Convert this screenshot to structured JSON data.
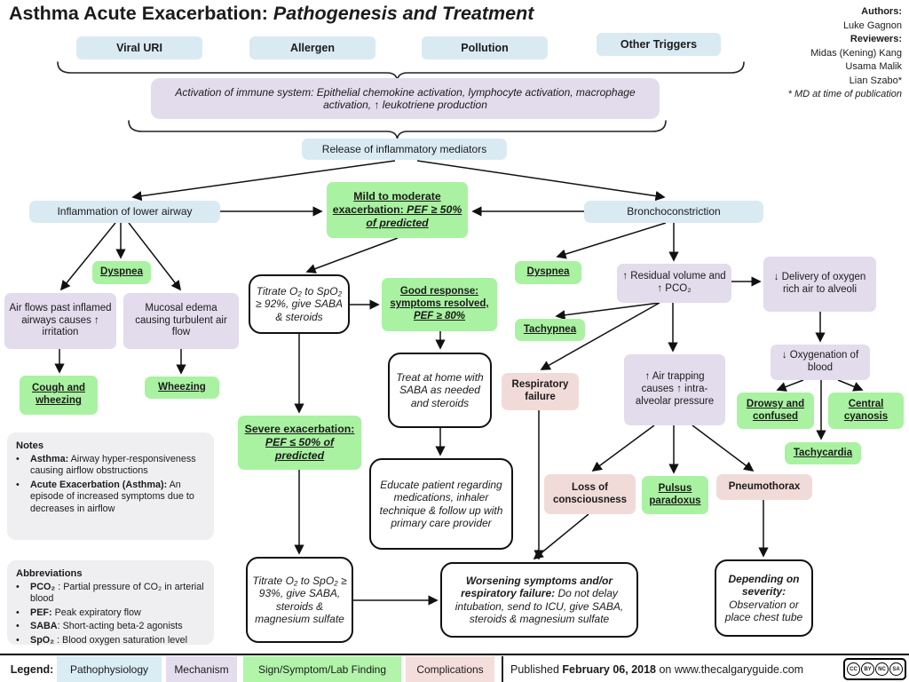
{
  "header": {
    "title_prefix": "Asthma Acute Exacerbation: ",
    "title_emphasis": "Pathogenesis and Treatment",
    "authors_label": "Authors:",
    "authors": [
      "Luke Gagnon"
    ],
    "reviewers_label": "Reviewers:",
    "reviewers": [
      "Midas (Kening) Kang",
      "Usama Malik",
      "Lian Szabo*"
    ],
    "footnote": "* MD at time of publication"
  },
  "ui": {
    "bullet": "•"
  },
  "triggers": [
    "Viral URI",
    "Allergen",
    "Pollution",
    "Other Triggers"
  ],
  "nodes": {
    "activation": "Activation of immune system: Epithelial chemokine activation, lymphocyte activation, macrophage activation, ↑ leukotriene production",
    "release": "Release of inflammatory mediators",
    "inflammation": "Inflammation of lower airway",
    "mild_prefix": "Mild to moderate exacerbation: ",
    "mild_detail": "PEF ≥ 50% of predicted",
    "bronchoconstriction": "Bronchoconstriction",
    "dyspnea_left": "Dyspnea",
    "air_flows": "Air flows past inflamed airways causes ↑ irritation",
    "mucosal_edema": "Mucosal edema causing turbulent air flow",
    "cough_wheezing": "Cough and wheezing",
    "wheezing": "Wheezing",
    "titrate_92": "Titrate O₂ to SpO₂ ≥ 92%, give SABA & steroids",
    "good_response_prefix": "Good response: symptoms resolved, ",
    "good_response_detail": "PEF ≥ 80%",
    "treat_home": "Treat at home with SABA as needed and steroids",
    "educate": "Educate patient regarding medications, inhaler technique & follow up with primary care provider",
    "severe_prefix": "Severe exacerbation: ",
    "severe_detail": "PEF ≤ 50% of predicted",
    "titrate_93": "Titrate O₂ to SpO₂ ≥ 93%, give SABA, steroids & magnesium sulfate",
    "worsening_title": "Worsening symptoms and/or respiratory failure:",
    "worsening_body": " Do not delay intubation, send to ICU, give SABA, steroids & magnesium sulfate",
    "dyspnea_right": "Dyspnea",
    "residual_volume": "↑ Residual volume and ↑ PCO₂",
    "delivery": "↓ Delivery of oxygen rich air to alveoli",
    "tachypnea": "Tachypnea",
    "respiratory_failure": "Respiratory failure",
    "air_trapping": "↑ Air trapping causes ↑ intra-alveolar pressure",
    "oxygenation": "↓ Oxygenation of blood",
    "drowsy": "Drowsy and confused",
    "central_cyanosis": "Central cyanosis",
    "tachycardia": "Tachycardia",
    "loss_consciousness": "Loss of consciousness",
    "pulsus": "Pulsus paradoxus",
    "pneumothorax": "Pneumothorax",
    "depending_title": "Depending on severity:",
    "depending_body": "Observation or place chest tube"
  },
  "notes": {
    "heading": "Notes",
    "items": [
      {
        "term": "Asthma:",
        "text": " Airway hyper-responsiveness causing airflow obstructions"
      },
      {
        "term": "Acute Exacerbation (Asthma):",
        "text": " An episode of increased symptoms due to decreases in airflow"
      }
    ]
  },
  "abbreviations": {
    "heading": "Abbreviations",
    "items": [
      {
        "term": "PCO₂",
        "text": " : Partial pressure of CO₂ in arterial blood"
      },
      {
        "term": "PEF:",
        "text": " Peak expiratory flow"
      },
      {
        "term": "SABA",
        "text": ": Short-acting beta-2 agonists"
      },
      {
        "term": "SpO₂",
        "text": " : Blood oxygen saturation level"
      }
    ]
  },
  "legend": {
    "label": "Legend:",
    "items": [
      {
        "label": "Pathophysiology",
        "color": "#daecf4"
      },
      {
        "label": "Mechanism",
        "color": "#e4ddee"
      },
      {
        "label": "Sign/Symptom/Lab Finding",
        "color": "#b1f4aa"
      },
      {
        "label": "Complications",
        "color": "#f4dedb"
      }
    ]
  },
  "footer": {
    "published_prefix": "Published ",
    "published_date": "February 06, 2018",
    "published_suffix": " on www.thecalgaryguide.com",
    "cc_icons": [
      "cc",
      "by",
      "nc",
      "sa"
    ]
  }
}
